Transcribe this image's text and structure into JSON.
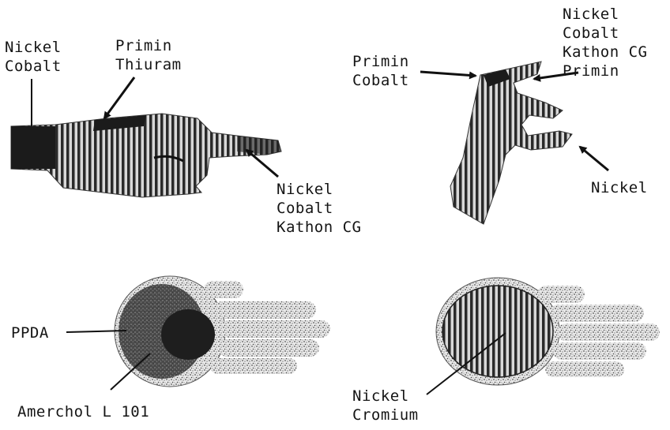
{
  "figure": {
    "panels": [
      {
        "id": "pointing-hand",
        "labels": [
          {
            "key": "wrist",
            "lines": [
              "Nickel",
              "Cobalt"
            ]
          },
          {
            "key": "back",
            "lines": [
              "Primin",
              "Thiuram"
            ]
          },
          {
            "key": "fingertip",
            "lines": [
              "Nickel",
              "Cobalt",
              "Kathon CG"
            ]
          }
        ]
      },
      {
        "id": "pinching-hand",
        "labels": [
          {
            "key": "index",
            "lines": [
              "Primin",
              "Cobalt"
            ]
          },
          {
            "key": "middle",
            "lines": [
              "Nickel",
              "Cobalt",
              "Kathon CG",
              "Primin"
            ]
          },
          {
            "key": "thumb",
            "lines": [
              "Nickel"
            ]
          }
        ]
      },
      {
        "id": "palm-left",
        "labels": [
          {
            "key": "center",
            "lines": [
              "PPDA"
            ]
          },
          {
            "key": "base",
            "lines": [
              "Amerchol L 101"
            ]
          }
        ]
      },
      {
        "id": "palm-right",
        "labels": [
          {
            "key": "circle",
            "lines": [
              "Nickel",
              "Cromium"
            ]
          }
        ]
      }
    ]
  }
}
